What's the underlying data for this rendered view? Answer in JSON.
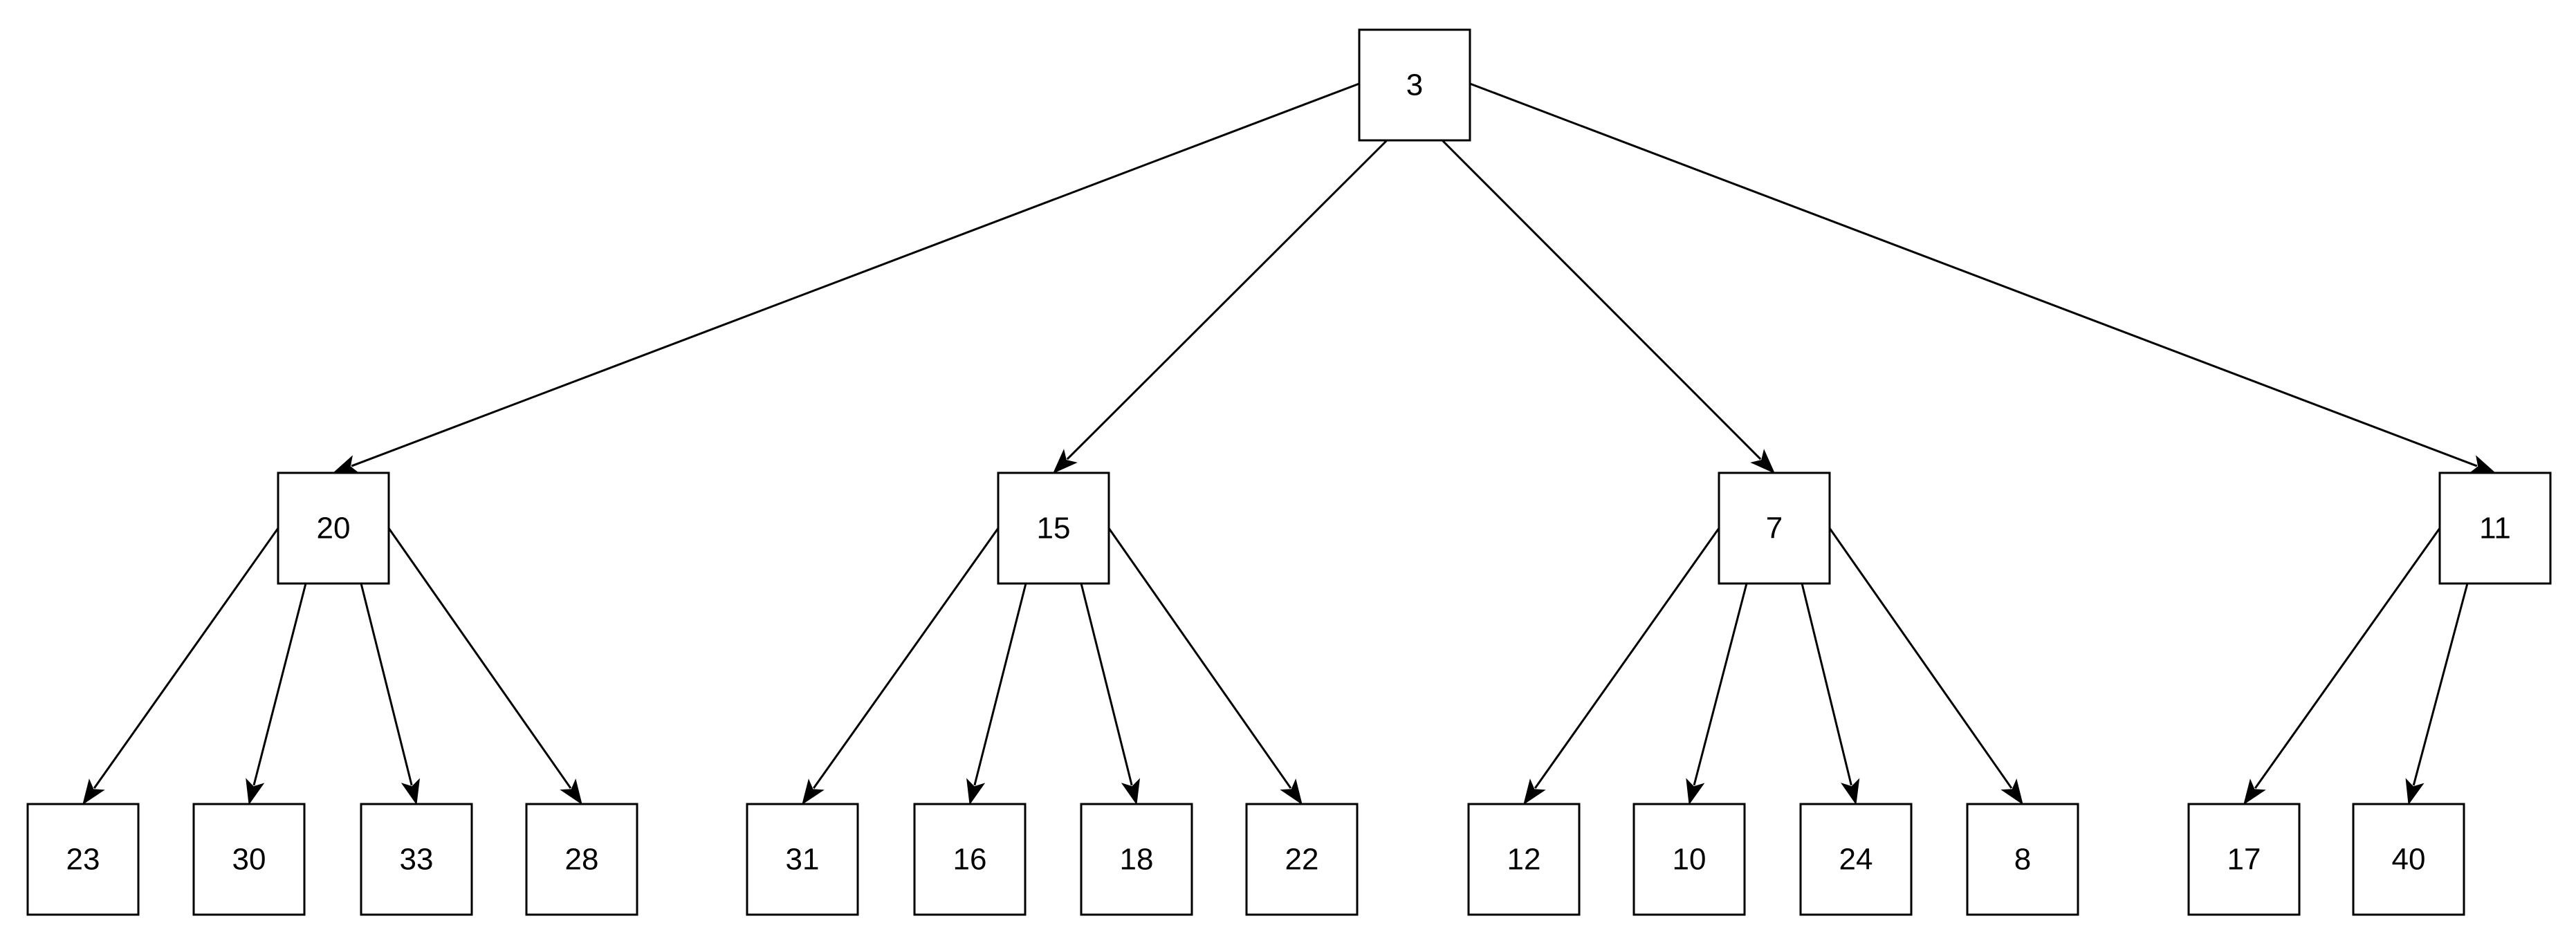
{
  "tree": {
    "root": {
      "label": "3",
      "children": [
        {
          "label": "20",
          "children": [
            {
              "label": "23"
            },
            {
              "label": "30"
            },
            {
              "label": "33"
            },
            {
              "label": "28"
            }
          ]
        },
        {
          "label": "15",
          "children": [
            {
              "label": "31"
            },
            {
              "label": "16"
            },
            {
              "label": "18"
            },
            {
              "label": "22"
            }
          ]
        },
        {
          "label": "7",
          "children": [
            {
              "label": "12"
            },
            {
              "label": "10"
            },
            {
              "label": "24"
            },
            {
              "label": "8"
            }
          ]
        },
        {
          "label": "11",
          "children": [
            {
              "label": "17"
            },
            {
              "label": "40"
            }
          ]
        }
      ]
    }
  },
  "colors": {
    "background": "#ffffff",
    "stroke": "#000000",
    "text": "#000000"
  }
}
